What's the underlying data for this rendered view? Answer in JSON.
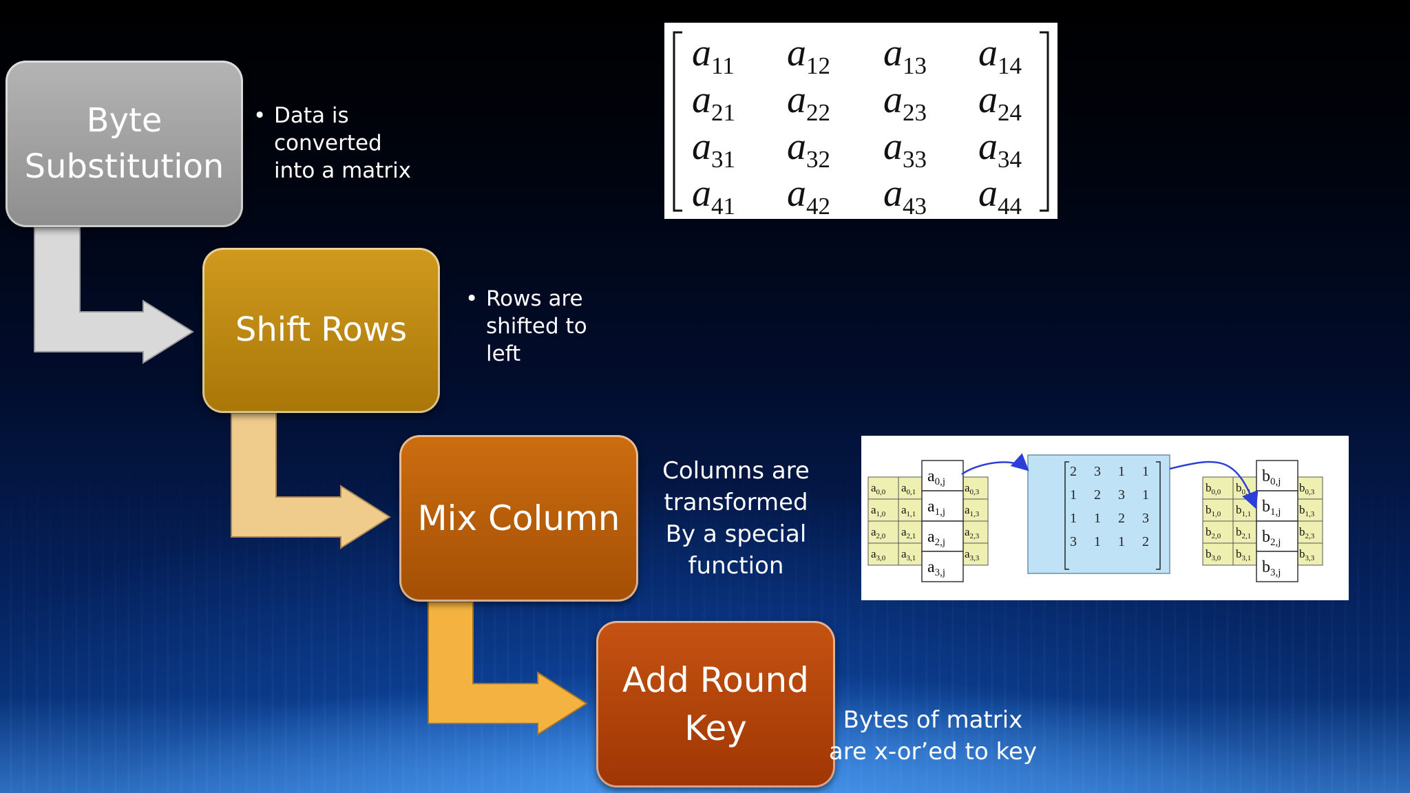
{
  "steps": [
    {
      "label": "Byte\nSubstitution"
    },
    {
      "label": "Shift Rows"
    },
    {
      "label": "Mix Column"
    },
    {
      "label": "Add Round\nKey"
    }
  ],
  "descriptions": {
    "byte": "Data is\nconverted\ninto a matrix",
    "shift": "Rows are\nshifted to\nleft",
    "mix": "Columns are\ntransformed\nBy a special\nfunction",
    "add": "Bytes of matrix\nare x-or’ed to key"
  },
  "state_matrix": {
    "symbol": "a",
    "rows": [
      [
        "11",
        "12",
        "13",
        "14"
      ],
      [
        "21",
        "22",
        "23",
        "24"
      ],
      [
        "31",
        "32",
        "33",
        "34"
      ],
      [
        "41",
        "42",
        "43",
        "44"
      ]
    ]
  },
  "mix_columns": {
    "operator": "⊗",
    "coefficients": [
      [
        "2",
        "3",
        "1",
        "1"
      ],
      [
        "1",
        "2",
        "3",
        "1"
      ],
      [
        "1",
        "1",
        "2",
        "3"
      ],
      [
        "3",
        "1",
        "1",
        "2"
      ]
    ],
    "input_base": "a",
    "output_base": "b",
    "state_subscripts": [
      [
        "0,0",
        "0,1",
        "0,3"
      ],
      [
        "1,0",
        "1,1",
        "1,3"
      ],
      [
        "2,0",
        "2,1",
        "2,3"
      ],
      [
        "3,0",
        "3,1",
        "3,3"
      ]
    ],
    "column_subscripts": [
      "0,j",
      "1,j",
      "2,j",
      "3,j"
    ]
  },
  "colors": {
    "byte_step": "#a6a6a6",
    "shift_step": "#bf8912",
    "mix_step": "#b85f0b",
    "add_step": "#b2450a",
    "arrow_gray": "#d6d6d6",
    "arrow_tan": "#f0cc8c",
    "arrow_orange": "#f4b340",
    "cell_yellow": "#eef0b2",
    "matrix_blue": "#bfe2f7",
    "curve_arrow": "#2b3fd8"
  }
}
